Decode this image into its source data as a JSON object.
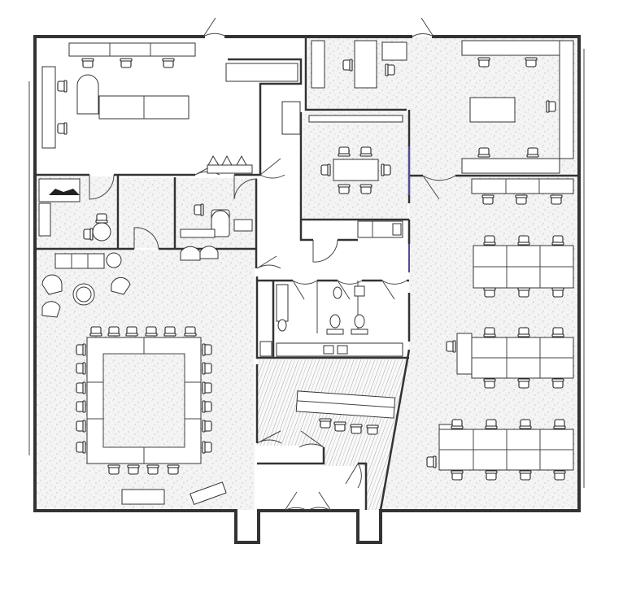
{
  "plan": {
    "title": "",
    "flooring": {
      "carpet_pattern": "speckle",
      "wood_pattern": "diagonal-hatch"
    },
    "colors": {
      "wall": "#333333",
      "floor_paper": "#f4f4f4",
      "window": "#4a4aa8"
    },
    "areas": [
      {
        "name": "office-top-left",
        "floor": "white"
      },
      {
        "name": "office-top-middle",
        "floor": "speckle"
      },
      {
        "name": "conference-room-small",
        "floor": "speckle"
      },
      {
        "name": "open-office-top-right",
        "floor": "speckle"
      },
      {
        "name": "large-conference-area",
        "floor": "speckle"
      },
      {
        "name": "open-workstations-right",
        "floor": "speckle"
      },
      {
        "name": "restrooms",
        "floor": "white"
      },
      {
        "name": "break-area",
        "floor": "wood"
      },
      {
        "name": "entry-vestibule",
        "floor": "white"
      }
    ]
  }
}
